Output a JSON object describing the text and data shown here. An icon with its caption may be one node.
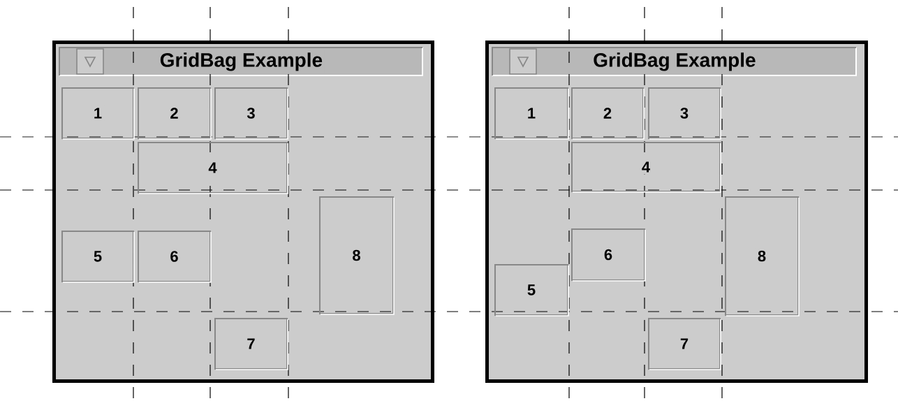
{
  "diagram": {
    "nodes": [
      {
        "text": [],
        "shape": "box"
      },
      {
        "text": [
          "GridBag Example"
        ],
        "in": 0
      },
      {
        "text": [
          "1"
        ],
        "in": 0
      },
      {
        "text": [
          "2"
        ],
        "in": 0
      },
      {
        "text": [
          "3"
        ],
        "in": 0
      },
      {
        "text": [
          "4"
        ],
        "in": 0
      },
      {
        "text": [
          "5"
        ],
        "in": 0
      },
      {
        "text": [
          "6"
        ],
        "in": 0
      },
      {
        "text": [
          "7"
        ],
        "in": 0
      },
      {
        "text": [
          "8"
        ],
        "in": 0
      },
      {
        "text": [],
        "shape": "box"
      },
      {
        "text": [
          "GridBag Example"
        ],
        "in": 10
      },
      {
        "text": [
          "1"
        ],
        "in": 10
      },
      {
        "text": [
          "2"
        ],
        "in": 10
      },
      {
        "text": [
          "3"
        ],
        "in": 10
      },
      {
        "text": [
          "4"
        ],
        "in": 10
      },
      {
        "text": [
          "5"
        ],
        "in": 10
      },
      {
        "text": [
          "6"
        ],
        "in": 10
      },
      {
        "text": [
          "7"
        ],
        "in": 10
      },
      {
        "text": [
          "8"
        ],
        "in": 10
      }
    ]
  }
}
